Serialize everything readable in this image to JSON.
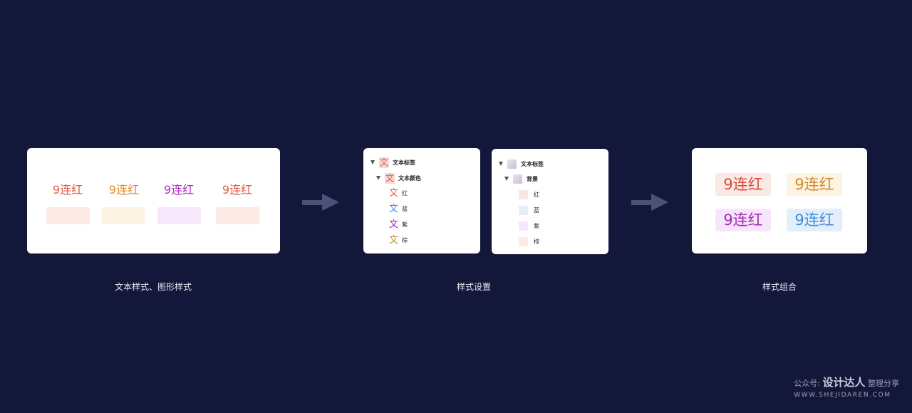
{
  "colors": {
    "background": "#13173a",
    "arrow": "#4a5277",
    "red": "#e15d49",
    "orange": "#e0902a",
    "purple": "#b52ec7",
    "blue": "#3c8fe0"
  },
  "panel1": {
    "texts": [
      "9连红",
      "9连红",
      "9连红",
      "9连红"
    ],
    "caption": "文本样式、图形样式"
  },
  "panel2": {
    "caption": "样式设置",
    "text_layers": {
      "root_icon": "文",
      "root_label": "文本标签",
      "group_icon": "文",
      "group_label": "文本颜色",
      "items": [
        {
          "icon": "文",
          "label": "红"
        },
        {
          "icon": "文",
          "label": "蓝"
        },
        {
          "icon": "文",
          "label": "紫"
        },
        {
          "icon": "文",
          "label": "棕"
        }
      ]
    },
    "bg_layers": {
      "root_label": "文本标签",
      "group_label": "背景",
      "items": [
        {
          "label": "红"
        },
        {
          "label": "蓝"
        },
        {
          "label": "紫"
        },
        {
          "label": "棕"
        }
      ]
    }
  },
  "panel3": {
    "caption": "样式组合",
    "tags": [
      "9连红",
      "9连红",
      "9连红",
      "9连红"
    ]
  },
  "watermark": {
    "prefix": "公众号:",
    "brand": "设计达人",
    "suffix": "整理分享",
    "url": "WWW.SHEJIDAREN.COM"
  }
}
